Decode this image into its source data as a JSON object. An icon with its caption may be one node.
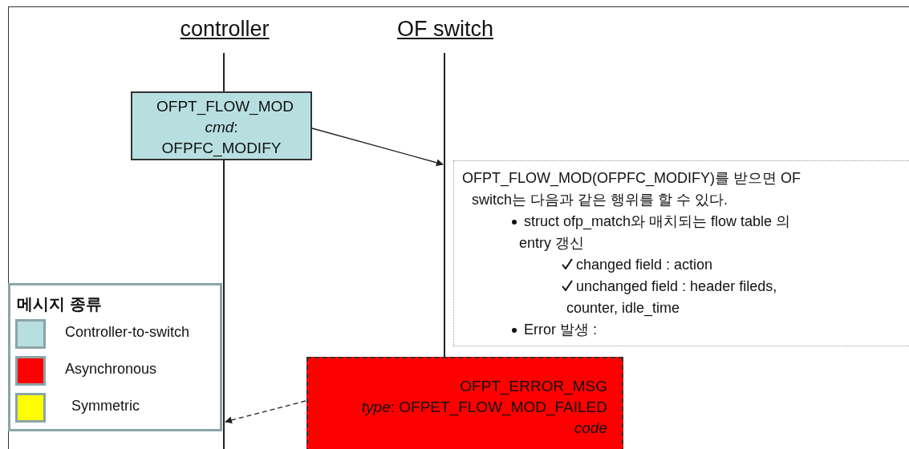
{
  "diagram": {
    "nodes": [
      {
        "text": [],
        "shape": "bar",
        "beside": [
          "controller"
        ]
      },
      {
        "text": [],
        "shape": "bar",
        "beside": [
          "OF switch"
        ]
      },
      {
        "text": [
          "OFPT_FLOW_MOD",
          "*cmd*: OFPFC_MODIFY"
        ]
      },
      {
        "text": [
          "OFPT_FLOW_MOD(OFPFC_MODIFY)를 받으면 OF switch는 다음과 같은 행위를 할 수 있다.",
          "struct ofp_match와 매치되는 flow table 의 entry 갱신",
          "changed field : action",
          "unchanged field : header fileds, counter, idle_time",
          "Error 발생 :"
        ]
      },
      {
        "text": [
          "OFPT_ERROR_MSG",
          "*type*: OFPET_FLOW_MOD_FAILED",
          "code"
        ]
      }
    ],
    "edges": [
      {
        "from": 2,
        "to": 1,
        "arrow": "to"
      },
      {
        "from": 4,
        "to": 0,
        "arrow": "to",
        "style": "dashed"
      }
    ],
    "labels": [
      "메시지 종류"
    ],
    "legend": [
      {
        "text": "Controller-to-switch",
        "color": "#b7dfe0"
      },
      {
        "text": "Asynchronous",
        "color": "#ff0000"
      },
      {
        "text": "Symmetric",
        "color": "#ffff00"
      }
    ]
  }
}
